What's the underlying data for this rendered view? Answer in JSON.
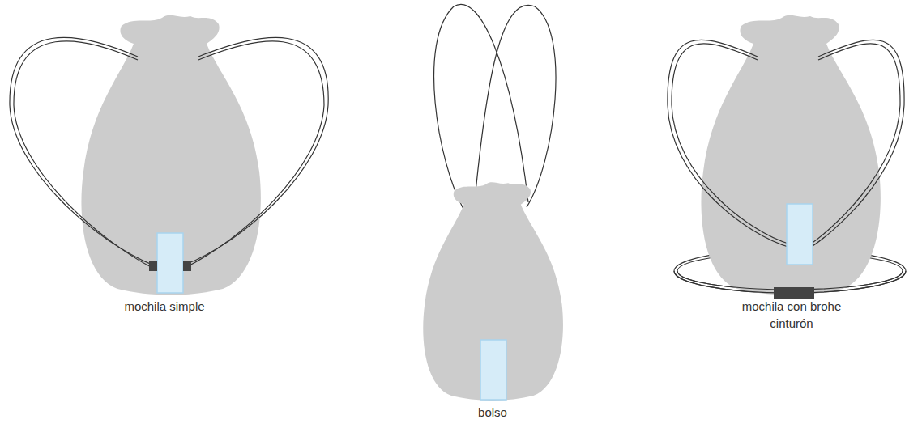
{
  "diagram": {
    "labels": [
      "mochila simple",
      "bolso",
      "mochila con brohe cinturón"
    ]
  }
}
